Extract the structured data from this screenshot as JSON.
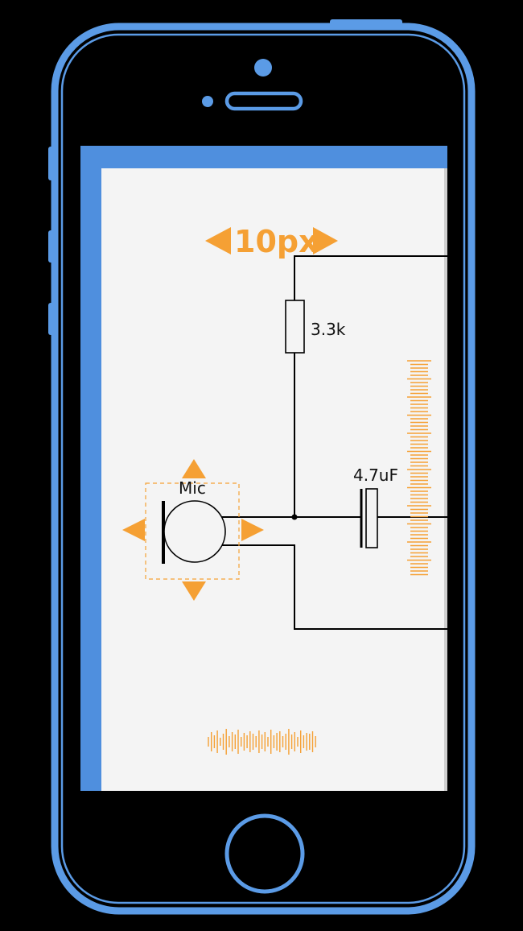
{
  "editor": {
    "nudge_step_label": "10px"
  },
  "schematic": {
    "resistor_label": "3.3k",
    "capacitor_label": "4.7uF",
    "microphone_label": "Mic"
  },
  "colors": {
    "phone_outline": "#5b9be6",
    "screen_background": "#000000",
    "app_frame_blue": "#4f8fde",
    "canvas": "#f4f4f4",
    "accent_orange": "#f5a034",
    "wire": "#000000"
  },
  "icons": {
    "move_up": "triangle-up-icon",
    "move_down": "triangle-down-icon",
    "move_left": "triangle-left-icon",
    "move_right": "triangle-right-icon",
    "home": "home-button-icon"
  }
}
